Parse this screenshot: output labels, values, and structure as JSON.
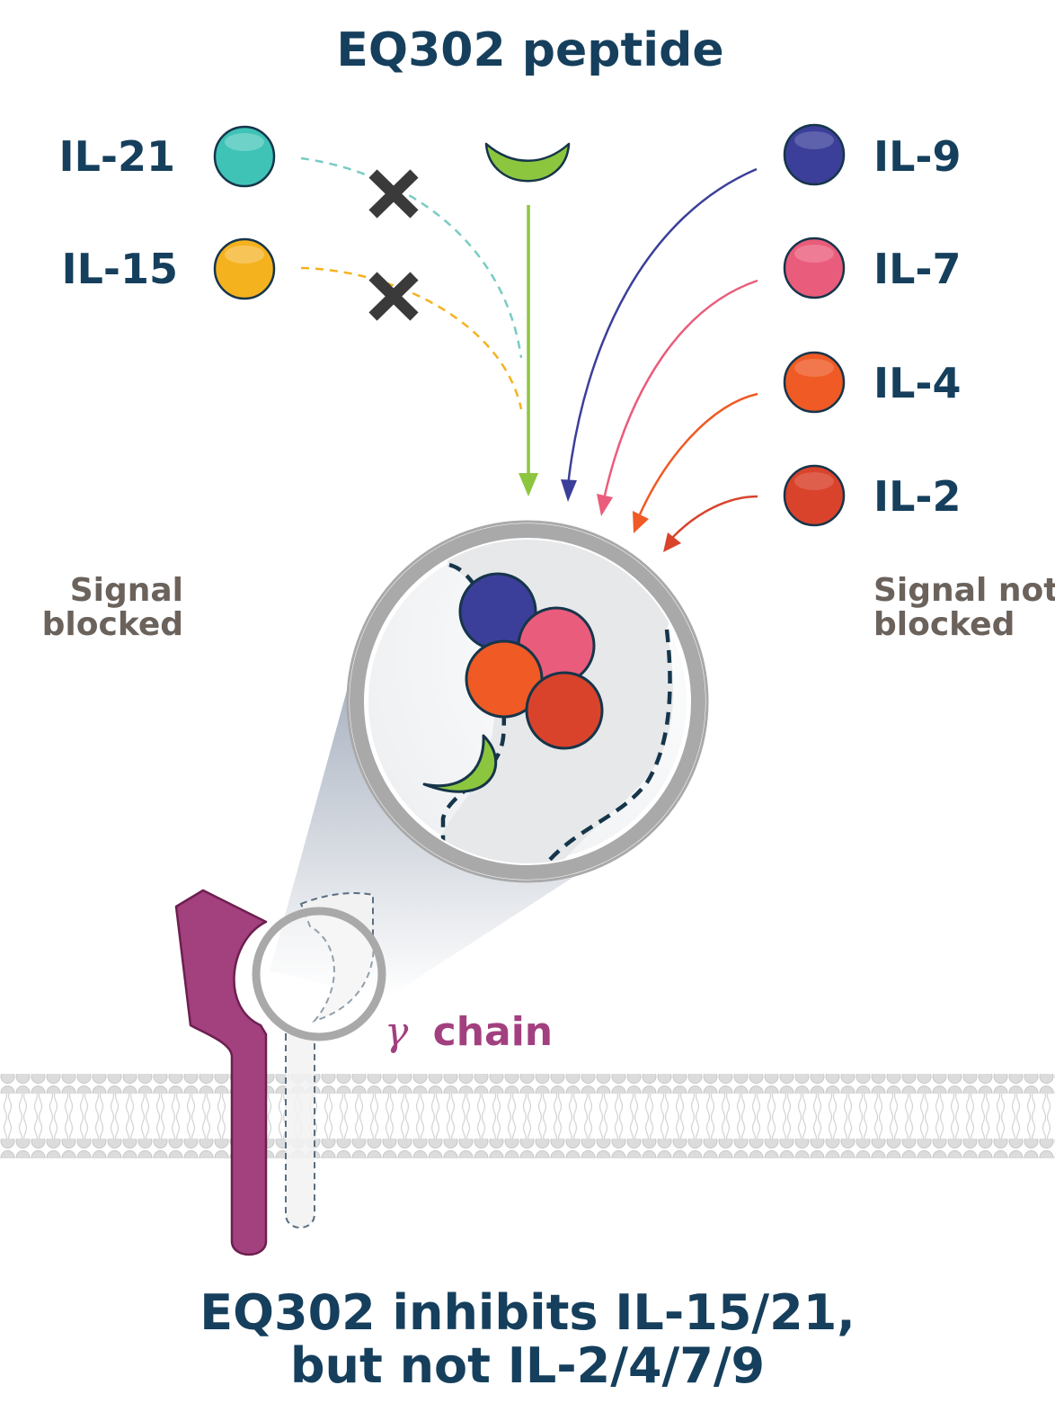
{
  "title": "EQ302 peptide",
  "blocked_cytokines": [
    {
      "label": "IL-21",
      "color": "#3ec3b6"
    },
    {
      "label": "IL-15",
      "color": "#f5b21f"
    }
  ],
  "unblocked_cytokines": [
    {
      "label": "IL-9",
      "color": "#3b3f99"
    },
    {
      "label": "IL-7",
      "color": "#ea5c7b"
    },
    {
      "label": "IL-4",
      "color": "#ef5a25"
    },
    {
      "label": "IL-2",
      "color": "#d9432c"
    }
  ],
  "peptide_color": "#8cc63f",
  "left_caption": {
    "line1": "Signal",
    "line2": "blocked"
  },
  "right_caption": {
    "line1": "Signal not",
    "line2": "blocked"
  },
  "gamma_label": {
    "symbol": "γ",
    "text": "chain"
  },
  "receptor_color": "#a3407e",
  "bottom_title": {
    "line1": "EQ302 inhibits IL-15/21,",
    "line2": "but not IL-2/4/7/9"
  },
  "colors": {
    "text_primary": "#153f5c",
    "text_caption": "#6b625c",
    "block_mark": "#3a3a3a"
  }
}
